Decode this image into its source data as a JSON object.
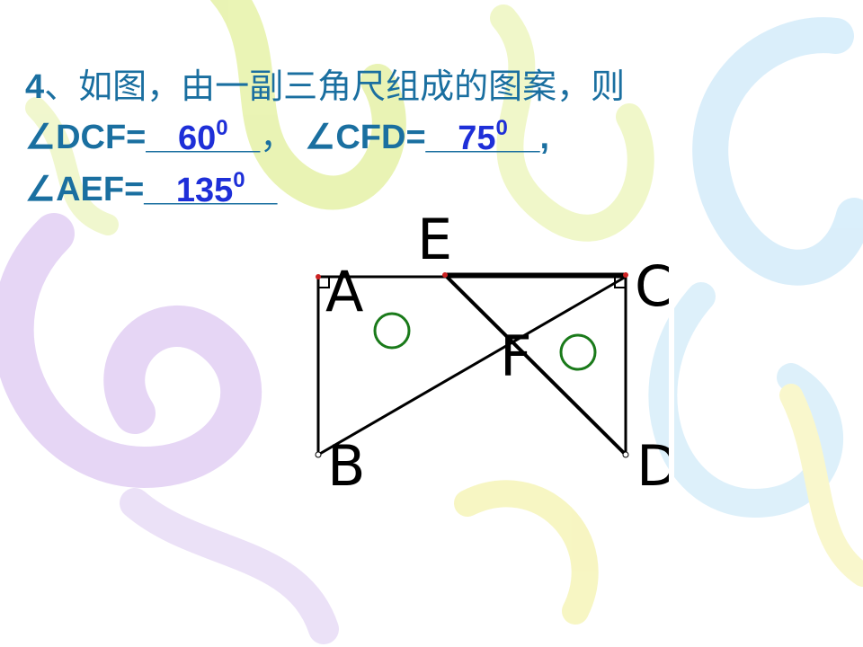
{
  "problem": {
    "number": "4",
    "intro": "、如图，由一副三角尺组成的图案，则",
    "q1_label": "∠DCF=",
    "q1_blank": "______",
    "q1_answer": "60",
    "q1_answer_sup": "0",
    "sep1": "，",
    "q2_label": "∠CFD=",
    "q2_blank": "______",
    "q2_answer": "75",
    "q2_answer_sup": "0",
    "sep2": ",",
    "q3_label": "∠AEF=",
    "q3_blank": "_______",
    "q3_answer": "135",
    "q3_answer_sup": "0"
  },
  "figure": {
    "labels": {
      "A": "A",
      "B": "B",
      "C": "C",
      "D": "D",
      "E": "E",
      "F": "F"
    },
    "colors": {
      "lines": "#000000",
      "circles": "#1a7a1a",
      "points": "#cc2222"
    }
  },
  "colors": {
    "text": "#1a6fa0",
    "answer": "#1e2fd8",
    "ribbon_green": "#e6f2a8",
    "ribbon_purple": "#dcc8f0",
    "ribbon_blue": "#cfe8f8",
    "ribbon_yellow": "#f6f4b0"
  }
}
